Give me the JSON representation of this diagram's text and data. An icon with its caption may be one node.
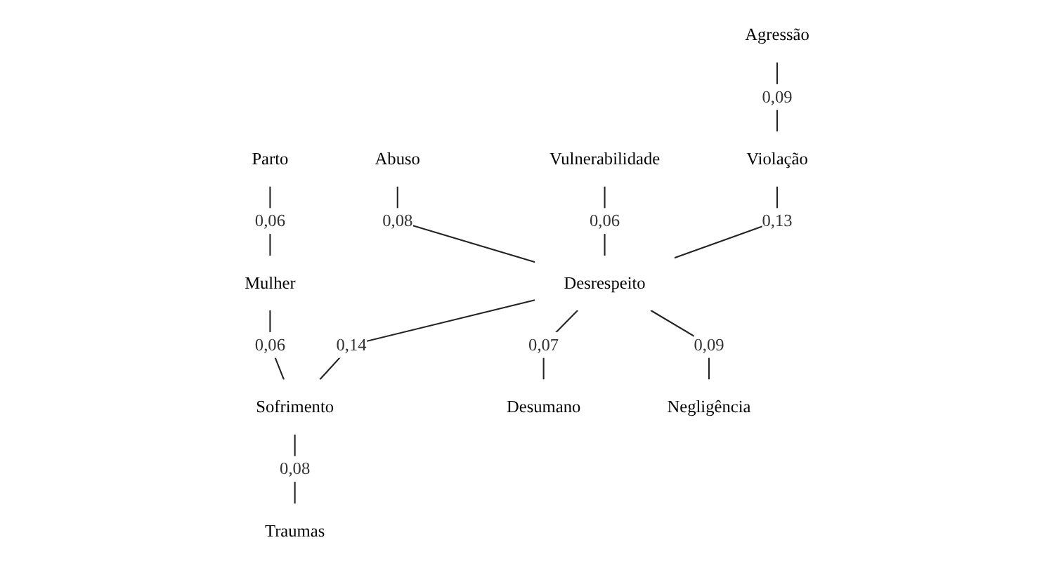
{
  "diagram": {
    "nodes": [
      {
        "text": [
          "Parto"
        ]
      },
      {
        "text": [
          "Agressão"
        ]
      },
      {
        "text": [
          "Abuso"
        ]
      },
      {
        "text": [
          "Vulnerabilidade"
        ]
      },
      {
        "text": [
          "Mulher"
        ]
      },
      {
        "text": [
          "Violação"
        ]
      },
      {
        "text": [
          "Desrespeito"
        ]
      },
      {
        "text": [
          "Sofrimento"
        ]
      },
      {
        "text": [
          "Desumano"
        ]
      },
      {
        "text": [
          "Negligência"
        ]
      },
      {
        "text": [
          "Traumas"
        ]
      }
    ],
    "edges": [
      {
        "from": 2,
        "to": 6,
        "arrow": "none",
        "label": "0,08"
      },
      {
        "from": 3,
        "to": 6,
        "arrow": "none",
        "label": "0,06"
      },
      {
        "from": 5,
        "to": 6,
        "arrow": "none",
        "label": "0,13"
      },
      {
        "from": 6,
        "to": 7,
        "arrow": "none",
        "label": "0,14"
      },
      {
        "from": 6,
        "to": 8,
        "arrow": "none",
        "label": "0,07"
      },
      {
        "from": 6,
        "to": 9,
        "arrow": "none",
        "label": "0,09"
      },
      {
        "from": 1,
        "to": 5,
        "arrow": "none",
        "label": "0,09"
      },
      {
        "from": 0,
        "to": 4,
        "arrow": "none",
        "label": "0,06"
      },
      {
        "from": 4,
        "to": 7,
        "arrow": "none",
        "label": "0,06"
      },
      {
        "from": 7,
        "to": 10,
        "arrow": "none",
        "label": "0,08"
      }
    ]
  }
}
